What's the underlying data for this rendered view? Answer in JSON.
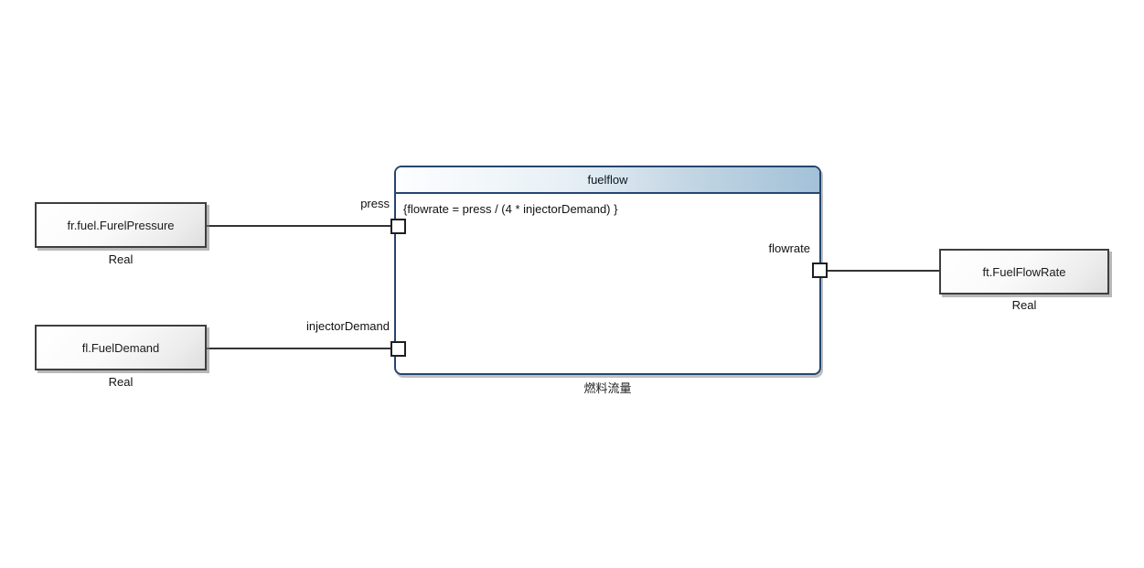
{
  "constraint_block": {
    "title": "fuelflow",
    "constraint": "{flowrate = press / (4 * injectorDemand) }",
    "caption": "燃料流量",
    "ports": {
      "press": "press",
      "injector_demand": "injectorDemand",
      "flowrate": "flowrate"
    }
  },
  "parameters": {
    "fuel_pressure": {
      "label": "fr.fuel.FurelPressure",
      "type": "Real"
    },
    "fuel_demand": {
      "label": "fl.FuelDemand",
      "type": "Real"
    },
    "fuel_flow_rate": {
      "label": "ft.FuelFlowRate",
      "type": "Real"
    }
  },
  "colors": {
    "block_border": "#26466f",
    "header_gradient_start": "#fdfeff",
    "header_gradient_end": "#a2c1d8",
    "node_border": "#3f3f3f",
    "node_fill_start": "#ffffff",
    "node_fill_end": "#dedede",
    "wire": "#333333",
    "background": "#ffffff"
  }
}
